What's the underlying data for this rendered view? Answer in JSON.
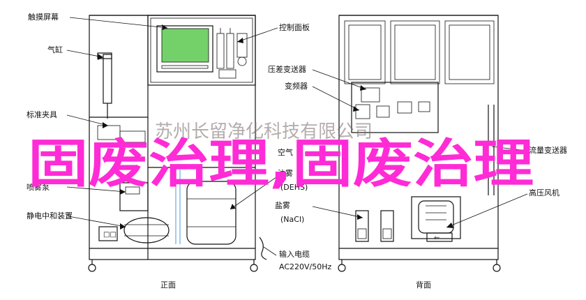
{
  "labels": {
    "touch_screen": "触摸屏幕",
    "control_panel": "控制面板",
    "cylinder": "气缸",
    "pressure_transmitter": "压差变送器",
    "inverter": "变频器",
    "standard_fixture": "标准夹具",
    "flow_transmitter": "流量变送器",
    "spray_pump": "喷雾泵",
    "high_pressure_fan": "高压风机",
    "static_neutralizer": "静电中和装置",
    "salt_fog": "盐雾",
    "salt_fog_formula": "(NaCl)",
    "oil_mist": "油雾",
    "oil_mist_formula": "(DEHS)",
    "air": "空气",
    "input_cable": "输入电缆",
    "power_spec": "AC220V/50Hz",
    "front_view": "正面",
    "back_view": "背面"
  },
  "watermark": "苏州长留净化科技有限公司",
  "banner": "固废治理,固废治理",
  "colors": {
    "screen_green": "#74d16a",
    "banner_magenta": "#ff2bd6",
    "line": "#111111",
    "tube_blue": "#7fb6e8"
  }
}
